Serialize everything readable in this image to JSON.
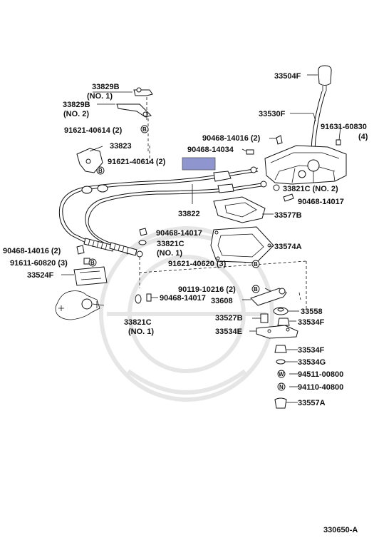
{
  "diagram": {
    "figure_code": "330650-A",
    "highlight_color": "#8f96cf",
    "labels": {
      "p33504F": "33504F",
      "p33530F": "33530F",
      "p91631": "91631-60830",
      "p91631_qty": "(4)",
      "p33829B_1": "33829B",
      "p33829B_1_note": "(NO. 1)",
      "p33829B_2": "33829B",
      "p33829B_2_note": "(NO. 2)",
      "p91621_40614_a": "91621-40614 (2)",
      "p33823": "33823",
      "p91621_40614_b": "91621-40614 (2)",
      "p90468_14016_a": "90468-14016 (2)",
      "p90468_14034": "90468-14034",
      "p33821C_no2": "33821C (NO. 2)",
      "p90468_14017_a": "90468-14017",
      "p33822": "33822",
      "p33577B": "33577B",
      "p90468_14017_b": "90468-14017",
      "p33821C_no1a": "33821C",
      "p33821C_no1a_note": "(NO. 1)",
      "p33574A": "33574A",
      "p90468_14016_b": "90468-14016 (2)",
      "p91611": "91611-60820 (3)",
      "p33524F": "33524F",
      "p91621_40620": "91621-40620 (3)",
      "p90119": "90119-10216 (2)",
      "p90468_14017_c": "90468-14017",
      "p33608": "33608",
      "p33558": "33558",
      "p33527B": "33527B",
      "p33534F_a": "33534F",
      "p33534E": "33534E",
      "p33821C_no1b": "33821C",
      "p33821C_no1b_note": "(NO. 1)",
      "p33534F_b": "33534F",
      "p33534G": "33534G",
      "p94511": "94511-00800",
      "p94110": "94110-40800",
      "p33557A": "33557A"
    },
    "bolt_markers": {
      "b": "B",
      "w": "W",
      "n": "N"
    }
  }
}
